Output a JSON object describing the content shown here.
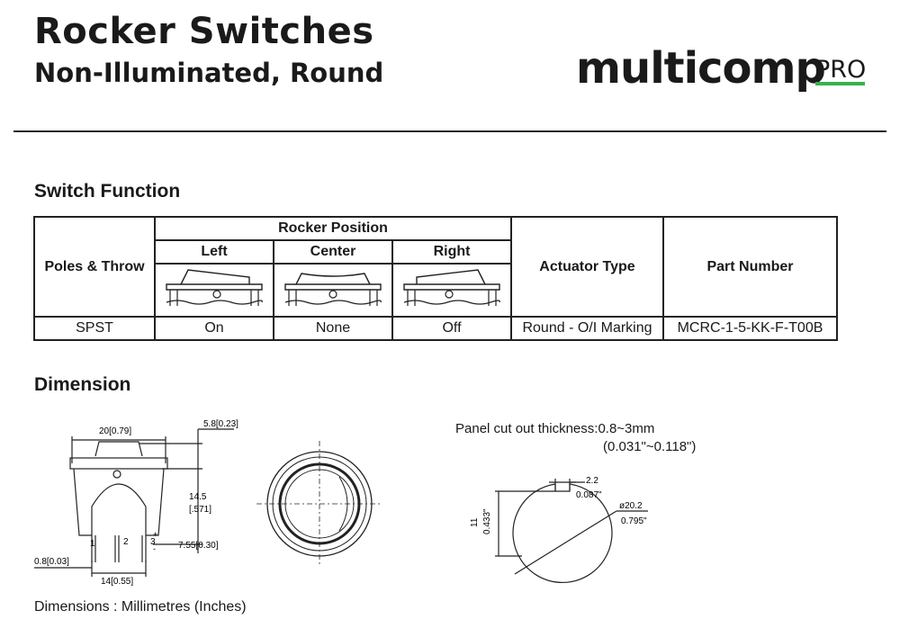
{
  "header": {
    "title": "Rocker Switches",
    "subtitle": "Non-Illuminated, Round",
    "brand": "multicomp",
    "brand_suffix": "PRO",
    "brand_accent": "#37b34a"
  },
  "switch_function": {
    "heading": "Switch Function",
    "col_poles": "Poles & Throw",
    "col_rocker_position": "Rocker Position",
    "positions": [
      "Left",
      "Center",
      "Right"
    ],
    "col_actuator": "Actuator Type",
    "col_part": "Part Number",
    "row": {
      "poles": "SPST",
      "left": "On",
      "center": "None",
      "right": "Off",
      "actuator": "Round - O/I Marking",
      "part": "MCRC-1-5-KK-F-T00B"
    }
  },
  "dimension": {
    "heading": "Dimension",
    "side_view": {
      "width": "20[0.79]",
      "top": "5.8[0.23]",
      "height_mm": "14.5",
      "height_in": "[.571]",
      "terminal": "7.55[0.30]",
      "pin_width": "0.8[0.03]",
      "pitch": "14[0.55]",
      "pin1": "1",
      "pin2": "2",
      "pin3": "3",
      "plus": "+",
      "minus": "-"
    },
    "panel_cutout": {
      "label": "Panel cut out thickness:",
      "thickness_mm": "0.8~3mm",
      "thickness_in": "(0.031\"~0.118\")",
      "notch_mm": "2.2",
      "notch_in": "0.087\"",
      "height_mm": "11",
      "height_in": "0.433\"",
      "diameter_mm": "ø20.2",
      "diameter_in": "0.795\""
    },
    "footnote": "Dimensions : Millimetres (Inches)"
  }
}
